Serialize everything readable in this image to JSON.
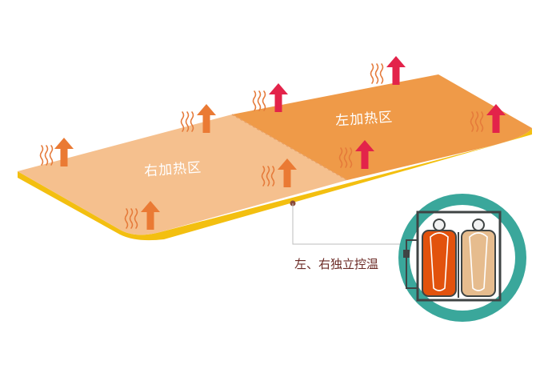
{
  "zones": {
    "right_label": "右加热区",
    "left_label": "左加热区"
  },
  "callout": {
    "text": "左、右独立控温"
  },
  "colors": {
    "right_zone": "#f5c08e",
    "left_zone": "#ef9a48",
    "edge": "#f3bf10",
    "arrow_orange": "#ea7a34",
    "arrow_red": "#e3234a",
    "wave": "#e57a3a",
    "inset_ring": "#3aa79b",
    "inset_left_pad": "#e2520d",
    "inset_right_pad": "#e6bc8e"
  },
  "icons": {
    "arrows": "heat-up-arrow-icon",
    "waves": "heat-wave-icon",
    "inset": "two-person-bed-diagram"
  }
}
